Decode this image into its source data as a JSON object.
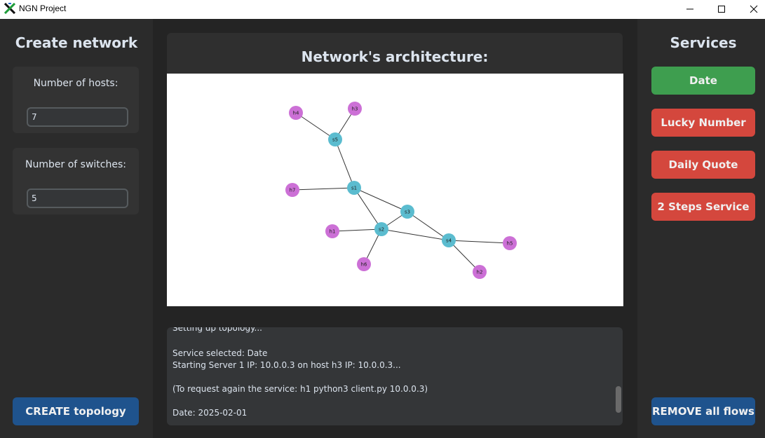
{
  "window": {
    "title": "NGN Project"
  },
  "left": {
    "heading": "Create network",
    "hosts": {
      "label": "Number of hosts:",
      "value": "7"
    },
    "switches": {
      "label": "Number of switches:",
      "value": "5"
    },
    "create_button": "CREATE topology"
  },
  "center": {
    "heading": "Network's architecture:",
    "graph": {
      "switches": [
        "s1",
        "s2",
        "s3",
        "s4",
        "s5"
      ],
      "hosts": [
        "h1",
        "h2",
        "h3",
        "h4",
        "h5",
        "h6",
        "h7"
      ],
      "edges": [
        [
          "s5",
          "h4"
        ],
        [
          "s5",
          "h3"
        ],
        [
          "s5",
          "s1"
        ],
        [
          "s1",
          "h7"
        ],
        [
          "s1",
          "s2"
        ],
        [
          "s1",
          "s3"
        ],
        [
          "s3",
          "s2"
        ],
        [
          "s3",
          "s4"
        ],
        [
          "s2",
          "s4"
        ],
        [
          "s2",
          "h1"
        ],
        [
          "s2",
          "h6"
        ],
        [
          "s4",
          "h5"
        ],
        [
          "s4",
          "h2"
        ]
      ],
      "switch_color": "#5bbccf",
      "host_color": "#cc70d6"
    },
    "console": {
      "lines": [
        "Setting up topology...",
        "Service selected: Date",
        "Starting Server 1 IP: 10.0.0.3 on host h3 IP: 10.0.0.3...",
        "(To request again the service: h1 python3 client.py 10.0.0.3)",
        "Date: 2025-02-01"
      ]
    }
  },
  "right": {
    "heading": "Services",
    "services": [
      "Date",
      "Lucky Number",
      "Daily Quote",
      "2 Steps Service"
    ],
    "remove_button": "REMOVE all flows"
  },
  "colors": {
    "blue": "#1f538d",
    "green": "#3e9e4f",
    "red": "#d4473d"
  }
}
